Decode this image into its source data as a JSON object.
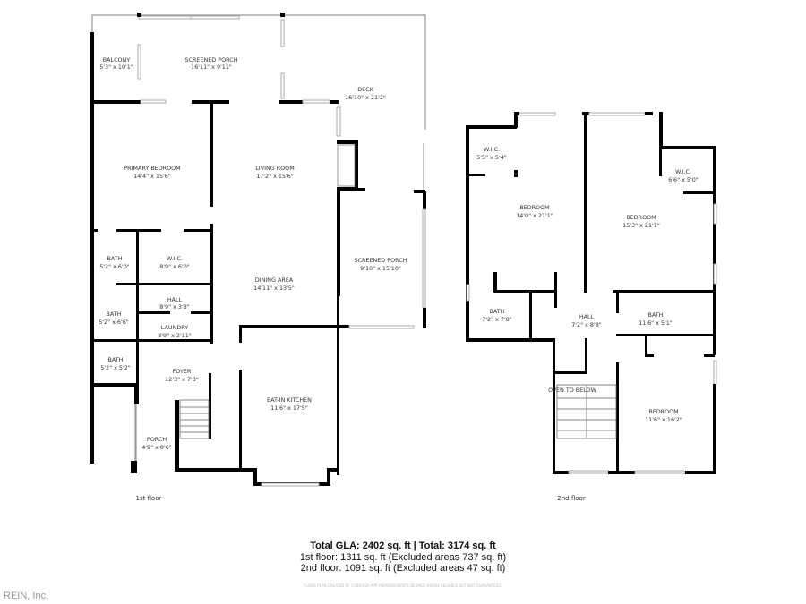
{
  "floor1": {
    "label": "1st floor",
    "rooms": [
      {
        "name": "BALCONY",
        "size": "5'3\" x 10'1\""
      },
      {
        "name": "SCREENED PORCH",
        "size": "16'11\" x 9'11\""
      },
      {
        "name": "DECK",
        "size": "16'10\" x 21'2\""
      },
      {
        "name": "PRIMARY BEDROOM",
        "size": "14'4\" x 15'6\""
      },
      {
        "name": "LIVING ROOM",
        "size": "17'2\" x 15'6\""
      },
      {
        "name": "BATH",
        "size": "5'2\" x 6'0\""
      },
      {
        "name": "W.I.C.",
        "size": "8'9\" x 6'0\""
      },
      {
        "name": "DINING AREA",
        "size": "14'11\" x 13'5\""
      },
      {
        "name": "SCREENED PORCH",
        "size": "9'10\" x 15'10\""
      },
      {
        "name": "HALL",
        "size": "8'9\" x 3'3\""
      },
      {
        "name": "BATH",
        "size": "5'2\" x 6'6\""
      },
      {
        "name": "LAUNDRY",
        "size": "8'9\" x 2'11\""
      },
      {
        "name": "BATH",
        "size": "5'2\" x 5'2\""
      },
      {
        "name": "FOYER",
        "size": "12'3\" x 7'3\""
      },
      {
        "name": "EAT-IN KITCHEN",
        "size": "11'6\" x 17'5\""
      },
      {
        "name": "PORCH",
        "size": "4'9\" x 8'6\""
      }
    ]
  },
  "floor2": {
    "label": "2nd floor",
    "rooms": [
      {
        "name": "W.I.C.",
        "size": "5'5\" x 5'4\""
      },
      {
        "name": "BEDROOM",
        "size": "14'0\" x 21'1\""
      },
      {
        "name": "W.I.C.",
        "size": "6'6\" x 5'0\""
      },
      {
        "name": "BEDROOM",
        "size": "15'3\" x 21'1\""
      },
      {
        "name": "BATH",
        "size": "7'2\" x 7'8\""
      },
      {
        "name": "HALL",
        "size": "7'2\" x 8'8\""
      },
      {
        "name": "BATH",
        "size": "11'6\" x 5'1\""
      },
      {
        "name": "BEDROOM",
        "size": "11'6\" x 16'2\""
      }
    ],
    "open_label": "OPEN TO BELOW"
  },
  "summary": {
    "total": "Total GLA: 2402 sq. ft | Total: 3174 sq. ft",
    "floor1": "1st floor: 1311 sq. ft (Excluded areas 737 sq. ft)",
    "floor2": "2nd floor: 1091 sq. ft (Excluded areas 47 sq. ft)",
    "credit": "FLOOR PLAN CREATED BY CUBICASA APP. MEASUREMENTS DEEMED HIGHLY RELIABLE BUT NOT GUARANTEED."
  },
  "watermark": "REIN, Inc."
}
